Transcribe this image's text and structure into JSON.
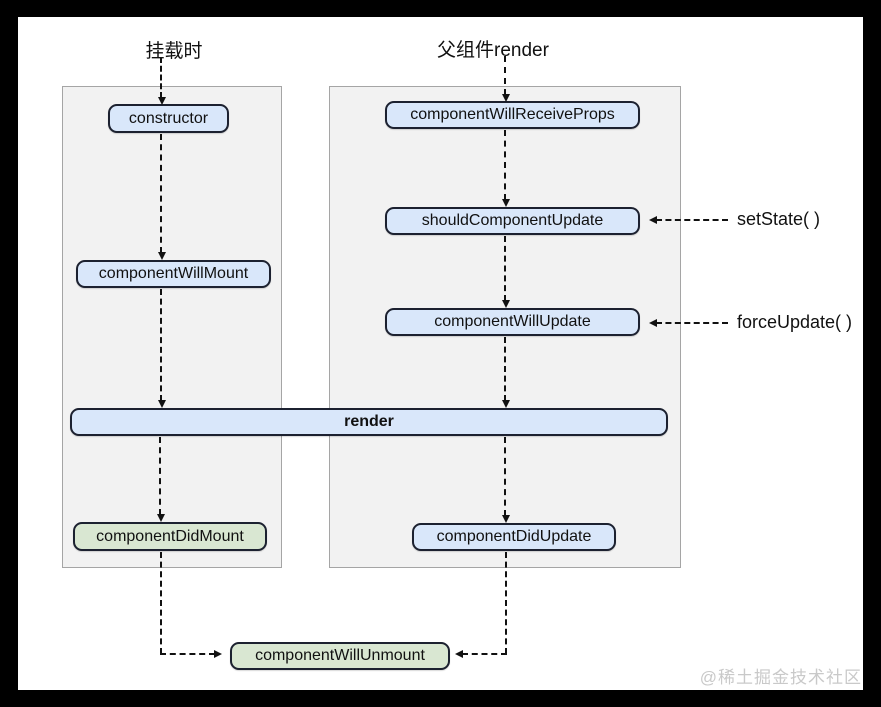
{
  "titles": {
    "mount": "挂载时",
    "parent_render": "父组件render"
  },
  "nodes": {
    "constructor": "constructor",
    "component_will_mount": "componentWillMount",
    "render": "render",
    "component_did_mount": "componentDidMount",
    "component_will_receive_props": "componentWillReceiveProps",
    "should_component_update": "shouldComponentUpdate",
    "component_will_update": "componentWillUpdate",
    "component_did_update": "componentDidUpdate",
    "component_will_unmount": "componentWillUnmount"
  },
  "annotations": {
    "set_state": "setState( )",
    "force_update": "forceUpdate( )"
  },
  "watermark": "@稀土掘金技术社区",
  "colors": {
    "page_bg": "#000000",
    "canvas_bg": "#ffffff",
    "column_fill": "#f2f2f2",
    "column_border": "#a5a5a5",
    "node_blue_fill": "#d9e7fa",
    "node_green_fill": "#d9e7d2",
    "node_border": "#1c2130",
    "arrow": "#111111",
    "text": "#111111",
    "watermark": "#c9c9c9"
  }
}
